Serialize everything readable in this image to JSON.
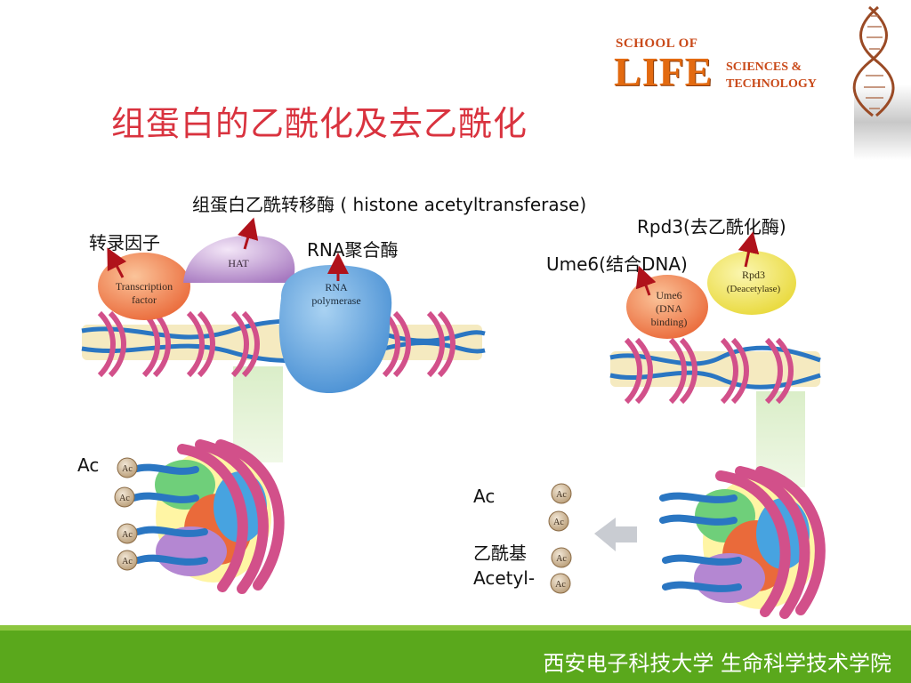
{
  "logo": {
    "line1": "SCHOOL OF",
    "life": "LIFE",
    "line2a": "SCIENCES &",
    "line2b": "TECHNOLOGY"
  },
  "title": "组蛋白的乙酰化及去乙酰化",
  "labels": {
    "hat_enzyme": "组蛋白乙酰转移酶 ( histone acetyltransferase)",
    "rpd3": "Rpd3(去乙酰化酶)",
    "transcription_factor": "转录因子",
    "rna_polymerase": "RNA聚合酶",
    "ume6": "Ume6(结合DNA)",
    "ac_left": "Ac",
    "ac_right": "Ac",
    "acetyl_cn": "乙酰基",
    "acetyl_en": "Acetyl-"
  },
  "diagram_text": {
    "tf_blob_1": "Transcription",
    "tf_blob_2": "factor",
    "hat_blob": "HAT",
    "rnap_blob_1": "RNA",
    "rnap_blob_2": "polymerase",
    "ume6_blob_1": "Ume6",
    "ume6_blob_2": "(DNA",
    "ume6_blob_3": "binding)",
    "rpd3_blob_1": "Rpd3",
    "rpd3_blob_2": "(Deacetylase)",
    "ac_tag": "Ac"
  },
  "footer": "西安电子科技大学  生命科学技术学院",
  "colors": {
    "title": "#d9333f",
    "footer": "#5aa81c",
    "arrow": "#b0121b",
    "histone_pink": "#d2508a"
  }
}
